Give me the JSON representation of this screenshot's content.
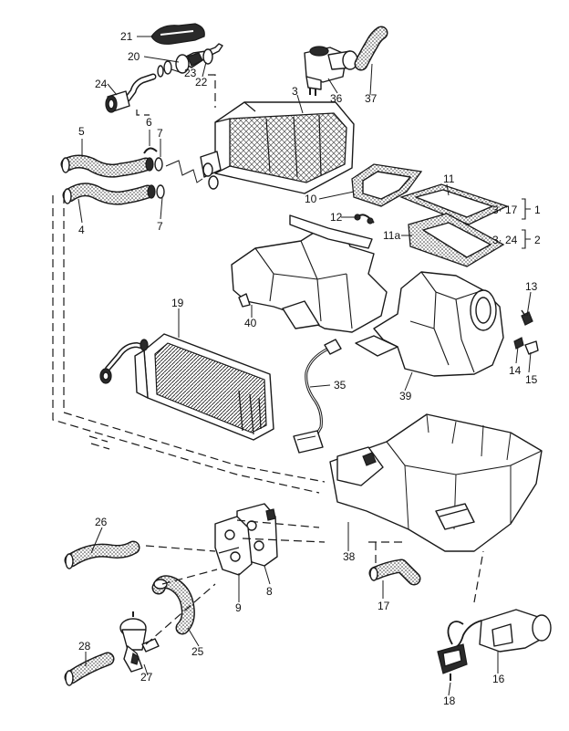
{
  "callouts": {
    "c1": "1",
    "c2": "2",
    "c3": "3",
    "c4": "4",
    "c5": "5",
    "c6": "6",
    "c7a": "7",
    "c7b": "7",
    "c8": "8",
    "c9": "9",
    "c10": "10",
    "c11": "11",
    "c11a": "11a",
    "c12": "12",
    "c13": "13",
    "c14": "14",
    "c15": "15",
    "c16": "16",
    "c17": "17",
    "c18": "18",
    "c19": "19",
    "c20": "20",
    "c21": "21",
    "c22": "22",
    "c23": "23",
    "c24": "24",
    "c25": "25",
    "c26": "26",
    "c27": "27",
    "c28": "28",
    "c35": "35",
    "c36": "36",
    "c37": "37",
    "c38": "38",
    "c39": "39",
    "c40": "40",
    "g317": "3· 17",
    "g324": "3· 24"
  }
}
